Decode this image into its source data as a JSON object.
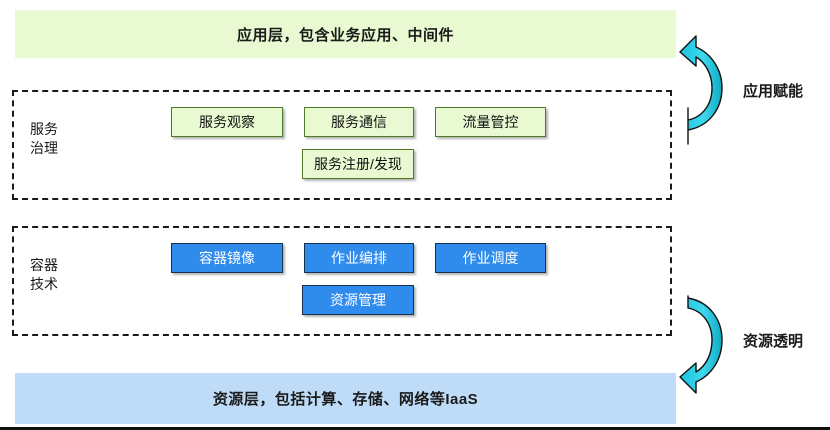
{
  "diagram": {
    "title_internal": "cloud-native-platform-architecture"
  },
  "application_layer": {
    "label": "应用层，包含业务应用、中间件",
    "fill_color": "#e9fad2"
  },
  "resource_layer": {
    "label": "资源层，包括计算、存储、网络等IaaS",
    "fill_color": "#bedcf8"
  },
  "service_governance": {
    "group_label": "服务\n治理",
    "node_fill_color": "#e9fad2",
    "node_border_color": "#4f7a2a",
    "nodes_row1": [
      {
        "label": "服务观察"
      },
      {
        "label": "服务通信"
      },
      {
        "label": "流量管控"
      }
    ],
    "nodes_row2": [
      {
        "label": "服务注册/发现"
      }
    ]
  },
  "container_tech": {
    "group_label": "容器\n技术",
    "node_fill_color": "#2f8ced",
    "node_border_color": "#16304d",
    "nodes_row1": [
      {
        "label": "容器镜像"
      },
      {
        "label": "作业编排"
      },
      {
        "label": "作业调度"
      }
    ],
    "nodes_row2": [
      {
        "label": "资源管理"
      }
    ]
  },
  "side_annotations": {
    "arrow_color": "#1fc8e0",
    "upper": {
      "caption": "应用赋能",
      "arrow_direction": "up"
    },
    "lower": {
      "caption": "资源透明",
      "arrow_direction": "down"
    }
  }
}
